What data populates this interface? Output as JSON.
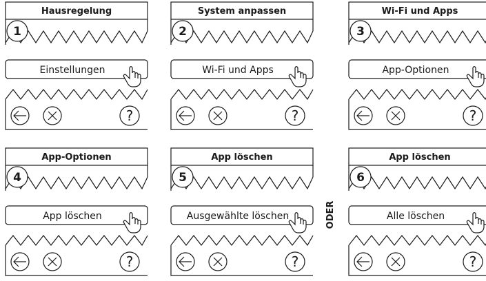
{
  "panels": [
    {
      "title": "Hausregelung",
      "step": "1",
      "button": "Einstellungen"
    },
    {
      "title": "System anpassen",
      "step": "2",
      "button": "Wi-Fi und Apps"
    },
    {
      "title": "Wi-Fi und Apps",
      "step": "3",
      "button": "App-Optionen"
    },
    {
      "title": "App-Optionen",
      "step": "4",
      "button": "App löschen"
    },
    {
      "title": "App löschen",
      "step": "5",
      "button": "Ausgewählte löschen"
    },
    {
      "title": "App löschen",
      "step": "6",
      "button": "Alle löschen"
    }
  ],
  "separator": "ODER",
  "nav": {
    "back_icon": "arrow-left-icon",
    "close_icon": "close-x-icon",
    "help_symbol": "?"
  }
}
